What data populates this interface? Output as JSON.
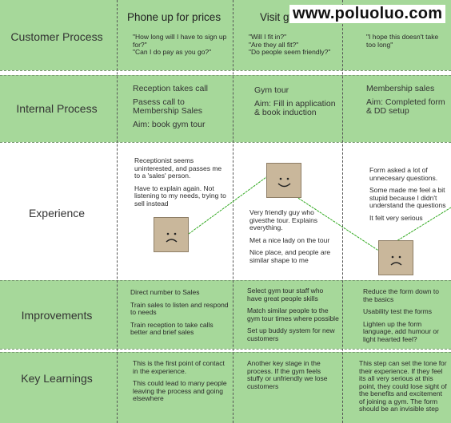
{
  "rows": {
    "customer": "Customer Process",
    "internal": "Internal Process",
    "experience": "Experience",
    "improvements": "Improvements",
    "learnings": "Key Learnings"
  },
  "columns": [
    {
      "title": "Phone up for prices",
      "customer": [
        "\"How long will I have to sign up for?\"",
        "\"Can I do pay as you go?\""
      ],
      "internal": [
        "Reception takes call",
        "Pasess call to Membership Sales",
        "Aim: book gym tour"
      ],
      "experience": [
        "Receptionist seems uninterested, and passes me to a 'sales' person.",
        "Have to explain again. Not listening to my needs, trying to sell instead"
      ],
      "improvements": [
        "Direct number to Sales",
        "Train sales to listen and respond to needs",
        "Train reception to take calls better and brief sales"
      ],
      "learnings": [
        "This is the first point of contact in the experience.",
        "This could lead to many people leaving the process and going elsewhere"
      ]
    },
    {
      "title": "Visit gym",
      "customer": [
        "\"Will I fit in?\"",
        "\"Are they all fit?\"",
        "\"Do people seem friendly?\""
      ],
      "internal": [
        "Gym tour",
        "Aim: Fill in application & book induction"
      ],
      "experience": [
        "Very friendly guy who givesthe tour. Explains everything.",
        "Met a nice lady on the tour",
        "Nice place, and people are similar shape to me"
      ],
      "improvements": [
        "Select gym tour staff who have great people skills",
        "Match similar people to the gym tour times where possible",
        "Set up buddy system for new customers"
      ],
      "learnings": [
        "Another key stage in the process. If the gym feels stuffy or unfriendly we lose customers"
      ]
    },
    {
      "title": "",
      "customer": [
        "\"I hope this doesn't take too long\""
      ],
      "internal": [
        "Membership sales",
        "Aim: Completed form & DD setup"
      ],
      "experience": [
        "Form asked a lot of unnecesary questions.",
        "Some made me feel a bit stupid because I didn't understand the questions",
        "It felt very serious"
      ],
      "improvements": [
        "Reduce the form down to the basics",
        "Usability test the forms",
        "Lighten up the form language, add humour or light hearted feel?"
      ],
      "learnings": [
        "This step can set the tone for their experience. If they feel its all very serious at this point, they could lose sight of the benefits and excitement of joining a gym. The form should be an invisible step"
      ]
    }
  ],
  "watermark": "www.poluoluo.com",
  "watermark_sub": "",
  "colors": {
    "band": "#a6d89a",
    "face": "#c9b79b",
    "line": "#33aa22"
  },
  "faces": [
    {
      "name": "frown-face",
      "mood": "sad"
    },
    {
      "name": "smile-face",
      "mood": "happy"
    },
    {
      "name": "frown-face",
      "mood": "sad"
    }
  ]
}
